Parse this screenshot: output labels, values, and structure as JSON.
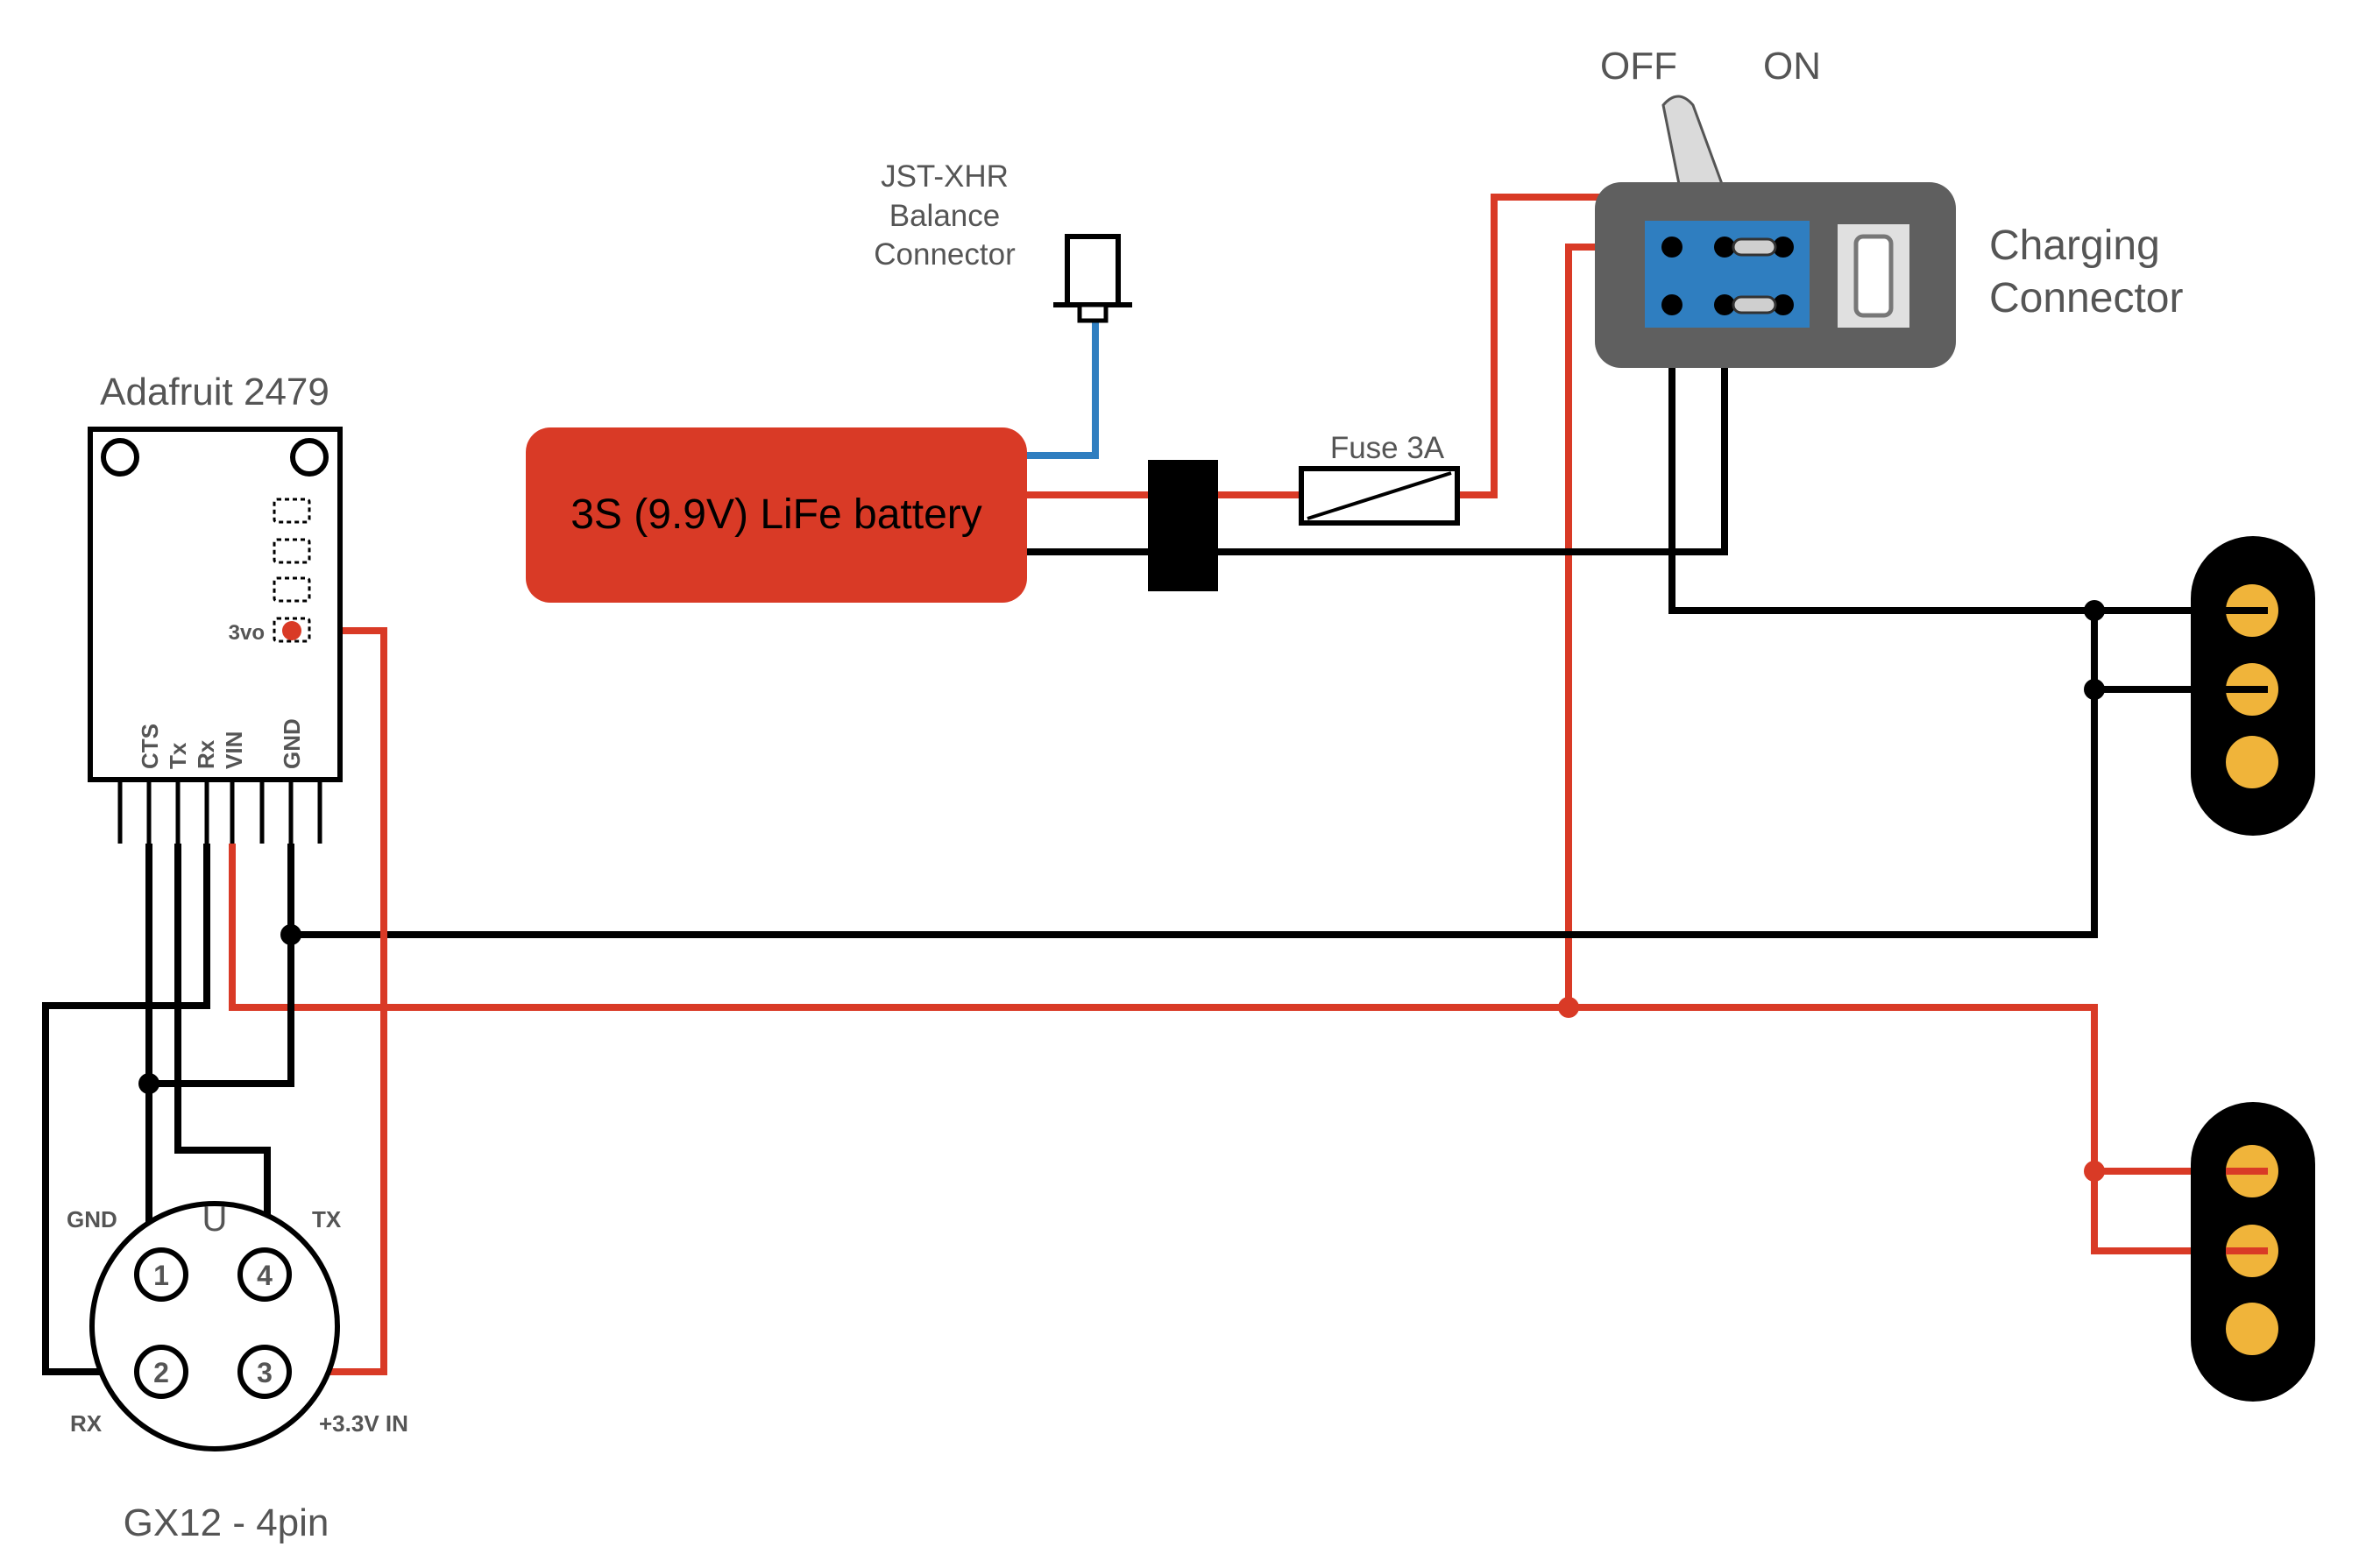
{
  "labels": {
    "adafruit": "Adafruit 2479",
    "pin_3vo": "3vo",
    "pin_cts": "CTS",
    "pin_tx": "Tx",
    "pin_rx": "Rx",
    "pin_vin": "VIN",
    "pin_gnd": "GND",
    "jst": [
      "JST-XHR",
      "Balance",
      "Connector"
    ],
    "battery": "3S (9.9V) LiFe battery",
    "fuse": "Fuse 3A",
    "switch_off": "OFF",
    "switch_on": "ON",
    "charging": [
      "Charging",
      "Connector"
    ],
    "gx12_gnd": "GND",
    "gx12_tx": "TX",
    "gx12_rx": "RX",
    "gx12_33v": "+3.3V IN",
    "gx12_key": "U",
    "gx12_title": "GX12 - 4pin",
    "gx12_pins": [
      "1",
      "4",
      "2",
      "3"
    ]
  },
  "colors": {
    "wire_red": "#d93a26",
    "wire_black": "#000000",
    "wire_blue": "#2f7ec0",
    "battery_fill": "#d93a26",
    "switch_body": "#5f5f5f",
    "switch_inner": "#2f7ec0",
    "connector_pin": "#f0b43a",
    "text_gray": "#555555"
  }
}
